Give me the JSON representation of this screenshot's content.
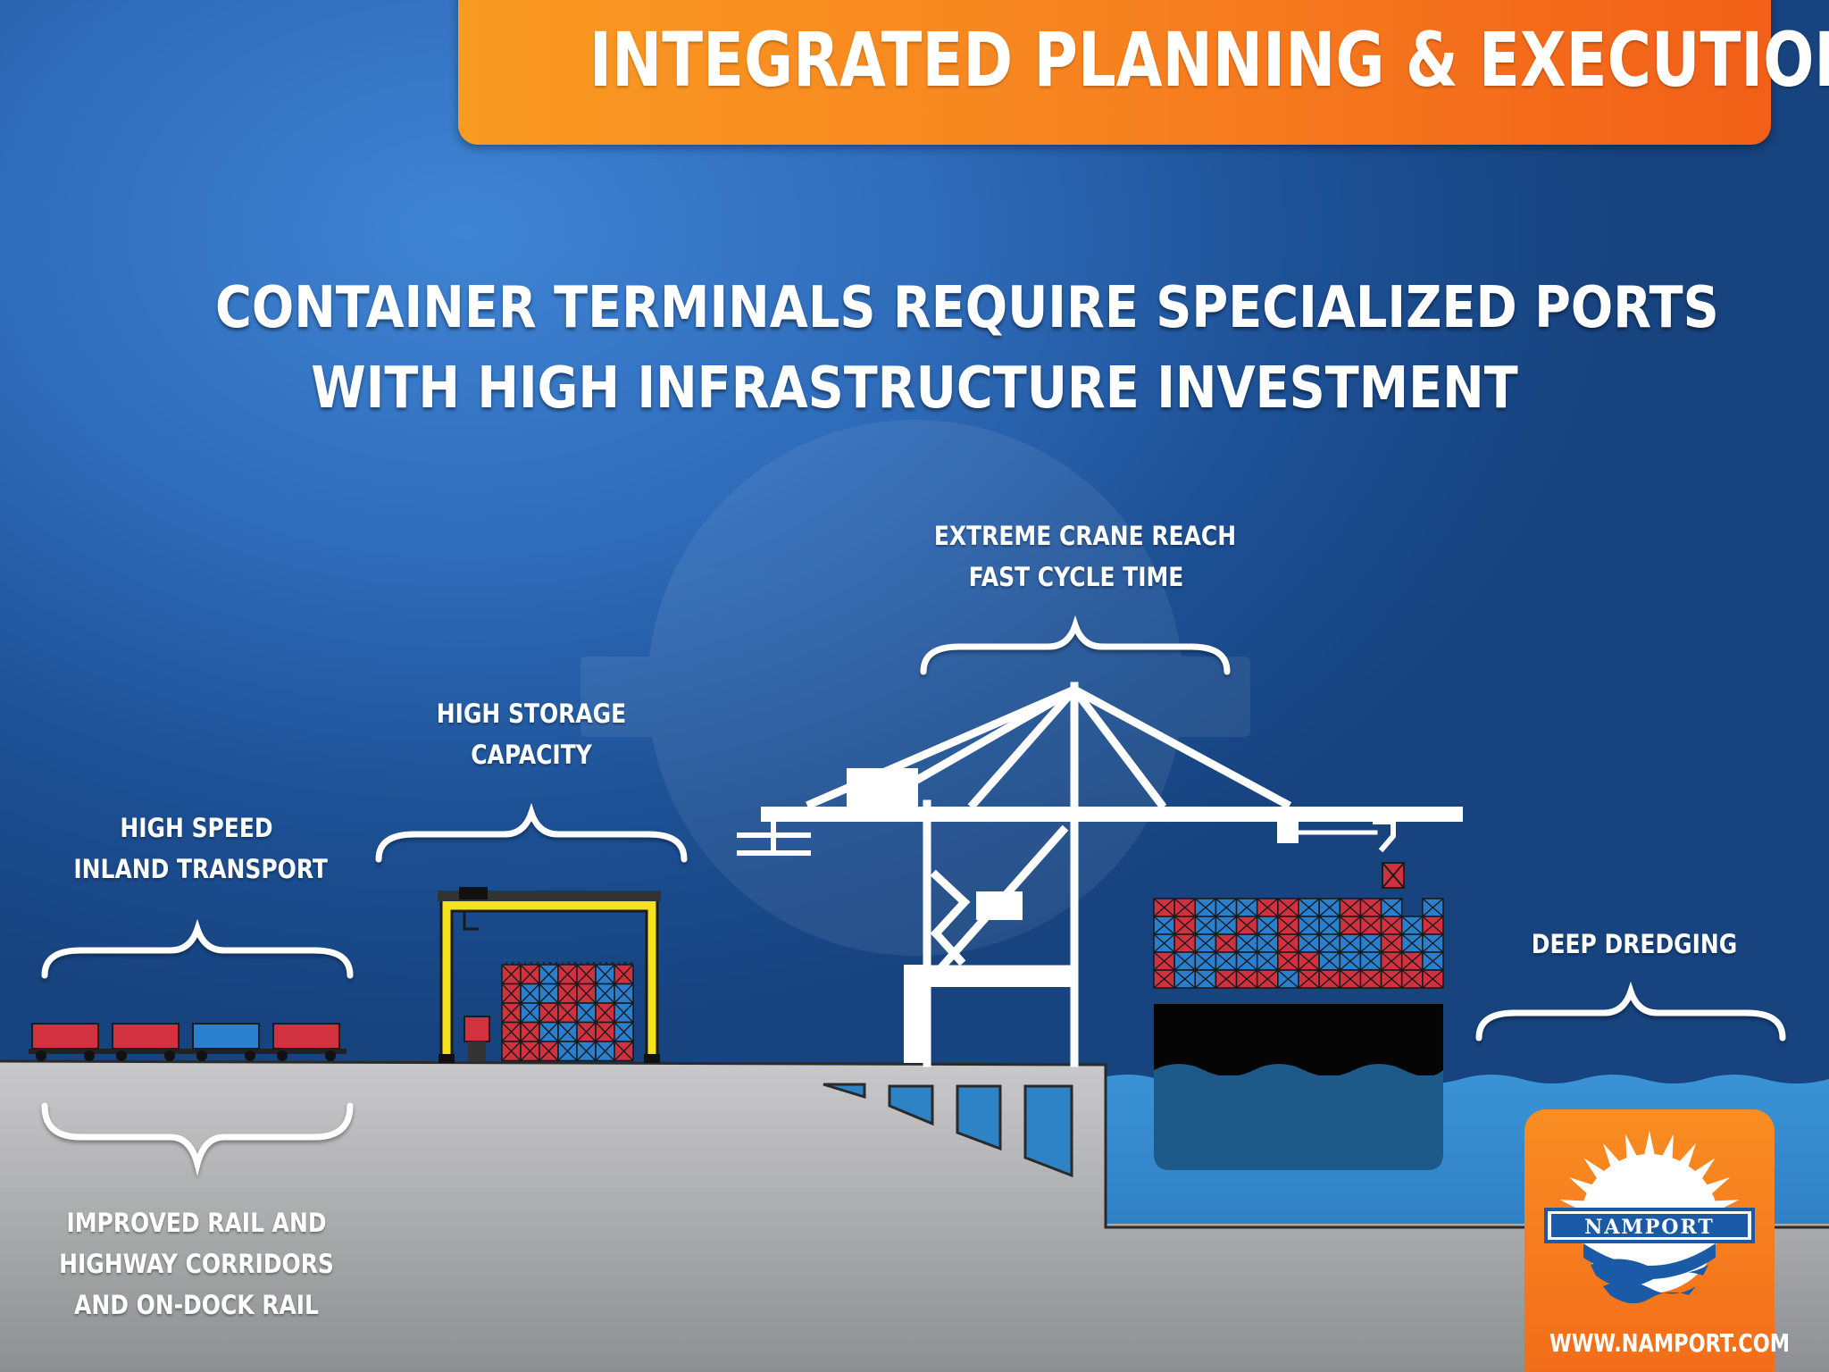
{
  "banner": {
    "title": "INTEGRATED PLANNING & EXECUTION"
  },
  "headline": {
    "line1": "CONTAINER TERMINALS REQUIRE SPECIALIZED PORTS",
    "line2": "WITH HIGH INFRASTRUCTURE INVESTMENT"
  },
  "labels": {
    "inland": [
      "HIGH SPEED",
      "INLAND TRANSPORT"
    ],
    "storage": [
      "HIGH STORAGE",
      "CAPACITY"
    ],
    "crane": [
      "EXTREME CRANE REACH",
      "FAST CYCLE TIME"
    ],
    "dredging": [
      "DEEP DREDGING"
    ],
    "rail": [
      "IMPROVED RAIL AND",
      "HIGHWAY CORRIDORS",
      "AND ON-DOCK RAIL"
    ]
  },
  "logo": {
    "wordmark": "NAMPORT",
    "url": "WWW.NAMPORT.COM"
  },
  "colors": {
    "banner": "#f78520",
    "background": "#2a64b0",
    "container_red": "#d2323f",
    "container_blue": "#2a7fcf",
    "rtg_crane": "#f4e21c",
    "ground": "#c9c9cb",
    "water": "#2e82c6"
  },
  "icons": [
    "train-icon",
    "rtg-crane-icon",
    "ship-to-shore-crane-icon",
    "container-ship-icon",
    "brace-icon",
    "namport-logo-icon"
  ]
}
